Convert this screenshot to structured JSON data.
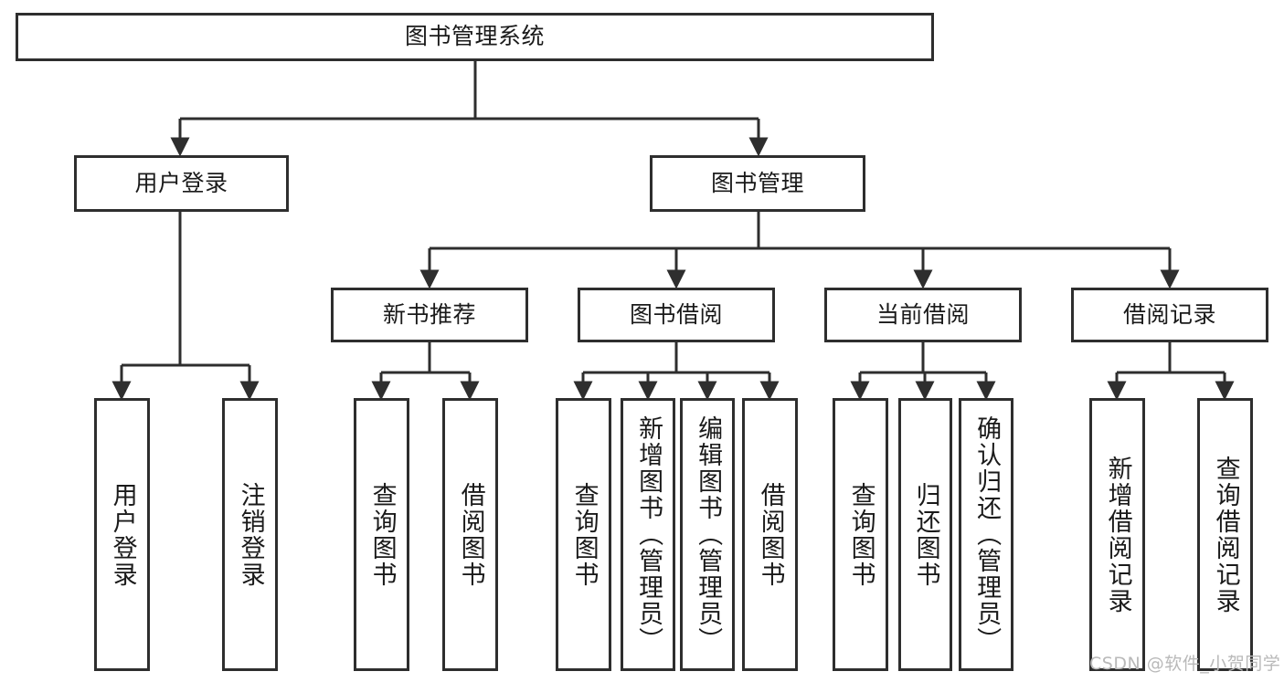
{
  "diagram": {
    "title": "图书管理系统",
    "type": "tree-hierarchy",
    "colors": {
      "stroke": "#2e2e2e",
      "fill": "#ffffff",
      "text": "#1a1a1a",
      "watermark": "#b9b9b9"
    },
    "levels": {
      "root": {
        "label": "图书管理系统"
      },
      "level2": [
        {
          "label": "用户登录"
        },
        {
          "label": "图书管理"
        }
      ],
      "level3": [
        {
          "label": "新书推荐"
        },
        {
          "label": "图书借阅"
        },
        {
          "label": "当前借阅"
        },
        {
          "label": "借阅记录"
        }
      ],
      "level4": [
        {
          "label": "用户登录",
          "parent": "用户登录"
        },
        {
          "label": "注销登录",
          "parent": "用户登录"
        },
        {
          "label": "查询图书",
          "parent": "新书推荐"
        },
        {
          "label": "借阅图书",
          "parent": "新书推荐"
        },
        {
          "label": "查询图书",
          "parent": "图书借阅"
        },
        {
          "label": "新增图书（管理员）",
          "parent": "图书借阅"
        },
        {
          "label": "编辑图书（管理员）",
          "parent": "图书借阅"
        },
        {
          "label": "借阅图书",
          "parent": "图书借阅"
        },
        {
          "label": "查询图书",
          "parent": "当前借阅"
        },
        {
          "label": "归还图书",
          "parent": "当前借阅"
        },
        {
          "label": "确认归还（管理员）",
          "parent": "当前借阅"
        },
        {
          "label": "新增借阅记录",
          "parent": "借阅记录"
        },
        {
          "label": "查询借阅记录",
          "parent": "借阅记录"
        }
      ]
    },
    "watermark": "CSDN @软件_小贺同学"
  }
}
